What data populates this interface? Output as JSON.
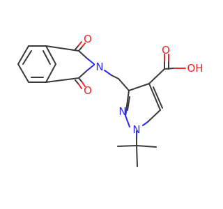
{
  "molecule": {
    "atoms": {
      "o_top": "O",
      "o_bottom": "O",
      "n_imide": "N",
      "n_pyrazole_2": "N",
      "n_pyrazole_1": "N",
      "oh": "OH",
      "o_carbonyl": "O"
    }
  },
  "colors": {
    "bond": "#3a3a3a",
    "oxygen": "#e8262b",
    "nitrogen": "#2b2be8"
  }
}
